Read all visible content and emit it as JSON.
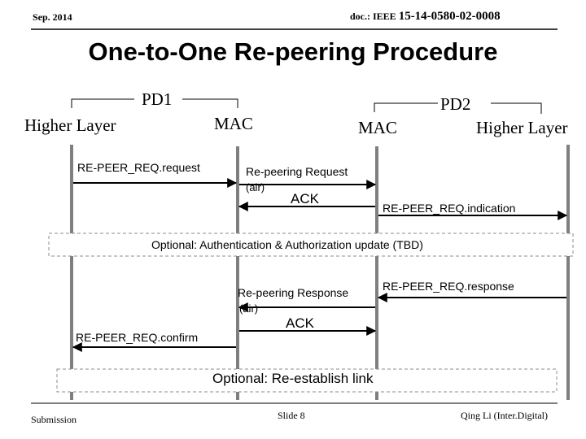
{
  "header": {
    "date": "Sep. 2014",
    "doc_prefix": "doc.: IEEE",
    "doc_number": "15-14-0580-02-0008"
  },
  "title": "One-to-One Re-peering Procedure",
  "diagram": {
    "pd1": "PD1",
    "pd2": "PD2",
    "higher_layer_left": "Higher Layer",
    "mac_left": "MAC",
    "mac_right": "MAC",
    "higher_layer_right": "Higher Layer",
    "messages": {
      "req_request": "RE-PEER_REQ.request",
      "repeering_request": "Re-peering Request",
      "air_1": "(air)",
      "ack_1": "ACK",
      "req_indication": "RE-PEER_REQ.indication",
      "optional_auth": "Optional: Authentication & Authorization update (TBD)",
      "repeering_response": "Re-peering Response",
      "air_2": "(air)",
      "req_response": "RE-PEER_REQ.response",
      "ack_2": "ACK",
      "req_confirm": "RE-PEER_REQ.confirm",
      "optional_reestablish": "Optional: Re-establish link"
    }
  },
  "footer": {
    "left": "Submission",
    "center": "Slide 8",
    "right": "Qing Li (Inter.Digital)"
  }
}
